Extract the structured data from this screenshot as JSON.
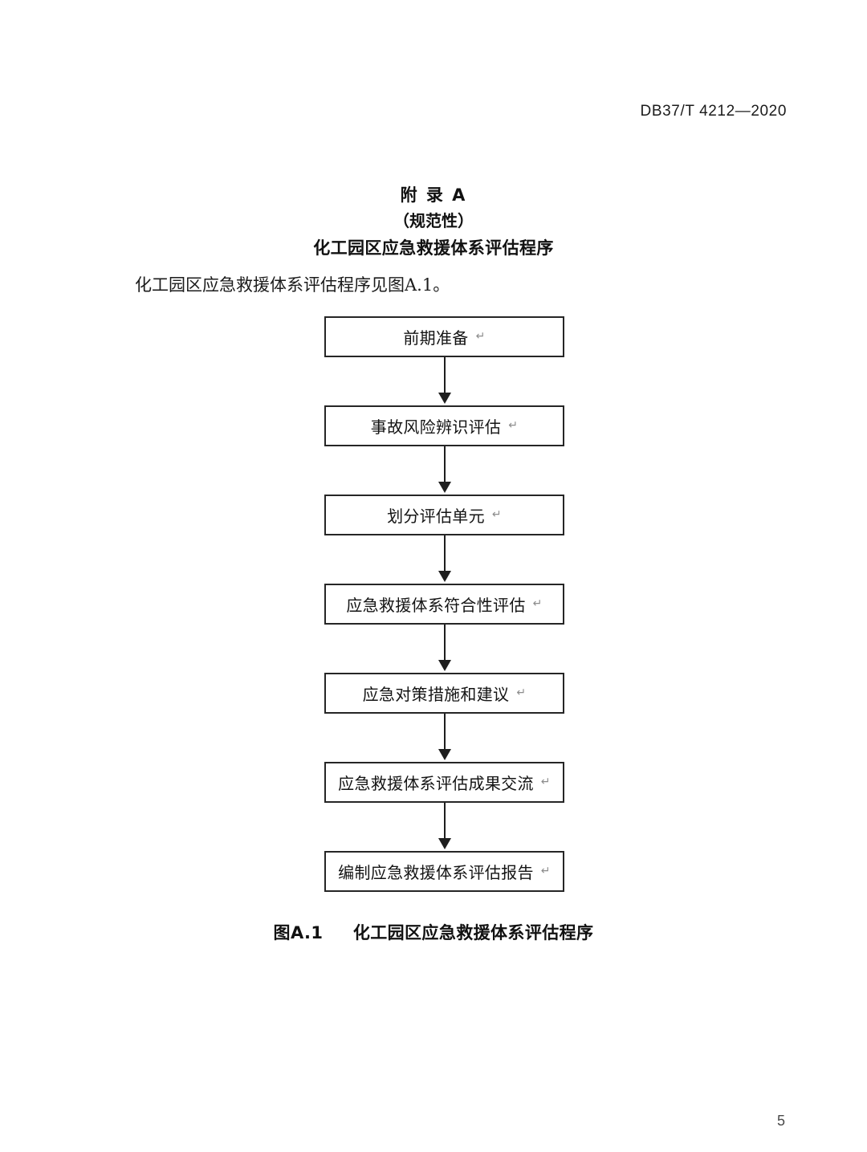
{
  "document": {
    "standard_number": "DB37/T 4212—2020",
    "page_number": "5"
  },
  "annex": {
    "label": "附  录  A",
    "type": "（规范性）",
    "name": "化工园区应急救援体系评估程序"
  },
  "body": {
    "paragraph": "化工园区应急救援体系评估程序见图A.1。"
  },
  "figure": {
    "caption_number": "图A.1",
    "caption_title": "化工园区应急救援体系评估程序"
  },
  "flowchart": {
    "type": "flowchart",
    "orientation": "top-to-bottom",
    "return_mark": "↵",
    "node_border_color": "#262626",
    "connector_color": "#1e1e1e",
    "nodes": [
      {
        "id": "n1",
        "label": "前期准备"
      },
      {
        "id": "n2",
        "label": "事故风险辨识评估"
      },
      {
        "id": "n3",
        "label": "划分评估单元"
      },
      {
        "id": "n4",
        "label": "应急救援体系符合性评估"
      },
      {
        "id": "n5",
        "label": "应急对策措施和建议"
      },
      {
        "id": "n6",
        "label": "应急救援体系评估成果交流"
      },
      {
        "id": "n7",
        "label": "编制应急救援体系评估报告"
      }
    ],
    "edges": [
      {
        "from": "n1",
        "to": "n2"
      },
      {
        "from": "n2",
        "to": "n3"
      },
      {
        "from": "n3",
        "to": "n4"
      },
      {
        "from": "n4",
        "to": "n5"
      },
      {
        "from": "n5",
        "to": "n6"
      },
      {
        "from": "n6",
        "to": "n7"
      }
    ]
  }
}
